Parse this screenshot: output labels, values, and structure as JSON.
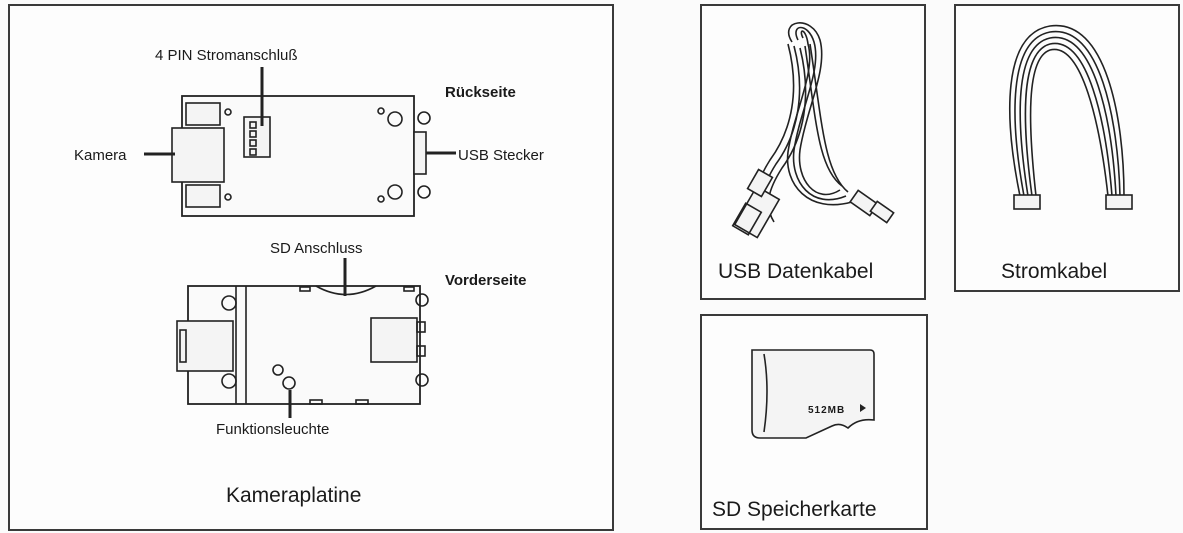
{
  "panels": {
    "board": {
      "caption": "Kameraplatine",
      "back_title": "Rückseite",
      "front_title": "Vorderseite",
      "labels": {
        "power_connector": "4 PIN Stromanschluß",
        "camera": "Kamera",
        "usb_plug": "USB Stecker",
        "sd_slot": "SD Anschluss",
        "function_led": "Funktionsleuchte"
      }
    },
    "usb_cable": {
      "caption": "USB Datenkabel"
    },
    "power_cable": {
      "caption": "Stromkabel"
    },
    "sd_card": {
      "caption": "SD Speicherkarte",
      "card_text": "512MB"
    }
  }
}
